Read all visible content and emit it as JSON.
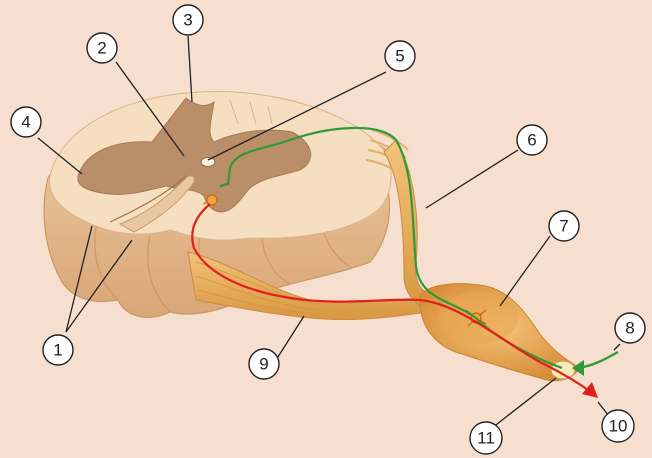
{
  "background": "#f7dfcf",
  "colors": {
    "white_matter": "#f5dcbc",
    "grey_matter": "#b98e68",
    "nerve": "#e9b160",
    "sensory_path": "#2f9a36",
    "motor_path": "#e0201c",
    "callout_fill": "#ffffff",
    "callout_stroke": "#222222"
  },
  "labels": [
    "1",
    "2",
    "3",
    "4",
    "5",
    "6",
    "7",
    "8",
    "9",
    "10",
    "11"
  ]
}
